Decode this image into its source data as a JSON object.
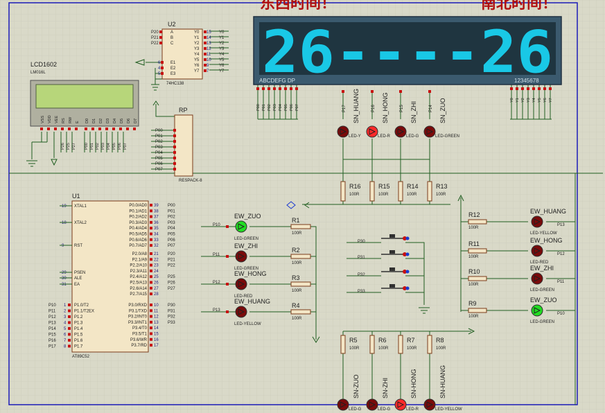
{
  "colors": {
    "background": "#d9d9c8",
    "grid": "#c8c8b6",
    "wire": "#1f5d1f",
    "border": "#1a1ab8",
    "title": "#b01010",
    "display_frame": "#3b5a6e",
    "display_bg": "#1f3540",
    "segment": "#19c8e6",
    "lcd_screen": "#b7d67a",
    "chip_fill": "#f3e6c6",
    "chip_border": "#7a3a1a",
    "pin_red": "#c81010",
    "pin_blue": "#1a3ad0",
    "led_red_on": "#ff2a2a",
    "led_red_off": "#7a0a0a",
    "led_green_on": "#22dd22",
    "text_dark": "#202020"
  },
  "titles": {
    "left": "东西时间！",
    "right": "南北时间！"
  },
  "display": {
    "text": "26----26",
    "segment_labels": "ABCDEFG DP",
    "digit_labels": "12345678",
    "segment_pins": [
      "P00",
      "P01",
      "P02",
      "P03",
      "P04",
      "P05",
      "P06",
      "P07"
    ],
    "digit_pins": [
      "Y0",
      "Y1",
      "Y2",
      "Y3",
      "Y4",
      "Y5",
      "Y6",
      "Y7"
    ]
  },
  "u2": {
    "name": "U2",
    "part": "74HC138",
    "inputs_left": [
      "P20",
      "P21",
      "P22"
    ],
    "input_pins": [
      "A",
      "B",
      "C"
    ],
    "enable_pins": [
      "E1",
      "E2",
      "E3"
    ],
    "enable_nums": [
      "6",
      "4",
      "5"
    ],
    "outputs": [
      "Y0",
      "Y1",
      "Y2",
      "Y3",
      "Y4",
      "Y5",
      "Y6",
      "Y7"
    ],
    "output_nums": [
      "15",
      "14",
      "13",
      "12",
      "11",
      "10",
      "9",
      "7"
    ],
    "output_nets": [
      "Y0",
      "Y1",
      "Y2",
      "Y3",
      "Y4",
      "Y5",
      "Y6",
      "Y7"
    ]
  },
  "lcd": {
    "name": "LCD1602",
    "part": "LM016L",
    "pin_names": [
      "VSS",
      "VDD",
      "VEE",
      "RS",
      "RW",
      "E",
      "D0",
      "D1",
      "D2",
      "D3",
      "D4",
      "D5",
      "D6",
      "D7"
    ],
    "nets": [
      "P26",
      "P25",
      "P27",
      "P00",
      "P01",
      "P02",
      "P03",
      "P04",
      "P05",
      "P06",
      "P07"
    ]
  },
  "rp": {
    "name": "RP",
    "part": "RESPACK-8",
    "nets": [
      "P00",
      "P01",
      "P02",
      "P03",
      "P04",
      "P05",
      "P06",
      "P07"
    ]
  },
  "u1": {
    "name": "U1",
    "part": "AT89C52",
    "left_pins": [
      {
        "num": "19",
        "name": "XTAL1"
      },
      {
        "num": "18",
        "name": "XTAL2"
      },
      {
        "num": "9",
        "name": "RST"
      },
      {
        "num": "29",
        "name": "PSEN"
      },
      {
        "num": "30",
        "name": "ALE"
      },
      {
        "num": "31",
        "name": "EA"
      }
    ],
    "p1_pins": [
      {
        "net": "P10",
        "num": "1",
        "name": "P1.0/T2"
      },
      {
        "net": "P11",
        "num": "2",
        "name": "P1.1/T2EX"
      },
      {
        "net": "P12",
        "num": "3",
        "name": "P1.2"
      },
      {
        "net": "P13",
        "num": "4",
        "name": "P1.3"
      },
      {
        "net": "P14",
        "num": "5",
        "name": "P1.4"
      },
      {
        "net": "P15",
        "num": "6",
        "name": "P1.5"
      },
      {
        "net": "P16",
        "num": "7",
        "name": "P1.6"
      },
      {
        "net": "P17",
        "num": "8",
        "name": "P1.7"
      }
    ],
    "p0_pins": [
      {
        "name": "P0.0/AD0",
        "num": "39",
        "net": "P00"
      },
      {
        "name": "P0.1/AD1",
        "num": "38",
        "net": "P01"
      },
      {
        "name": "P0.2/AD2",
        "num": "37",
        "net": "P02"
      },
      {
        "name": "P0.3/AD3",
        "num": "36",
        "net": "P03"
      },
      {
        "name": "P0.4/AD4",
        "num": "35",
        "net": "P04"
      },
      {
        "name": "P0.5/AD5",
        "num": "34",
        "net": "P05"
      },
      {
        "name": "P0.6/AD6",
        "num": "33",
        "net": "P06"
      },
      {
        "name": "P0.7/AD7",
        "num": "32",
        "net": "P07"
      }
    ],
    "p2_pins": [
      {
        "name": "P2.0/A8",
        "num": "21",
        "net": "P20"
      },
      {
        "name": "P2.1/A9",
        "num": "22",
        "net": "P21"
      },
      {
        "name": "P2.2/A10",
        "num": "23",
        "net": "P22"
      },
      {
        "name": "P2.3/A11",
        "num": "24",
        "net": ""
      },
      {
        "name": "P2.4/A12",
        "num": "25",
        "net": "P25"
      },
      {
        "name": "P2.5/A13",
        "num": "26",
        "net": "P26"
      },
      {
        "name": "P2.6/A14",
        "num": "27",
        "net": "P27"
      },
      {
        "name": "P2.7/A15",
        "num": "28",
        "net": ""
      }
    ],
    "p3_pins": [
      {
        "name": "P3.0/RXD",
        "num": "10",
        "net": "P30"
      },
      {
        "name": "P3.1/TXD",
        "num": "11",
        "net": "P31"
      },
      {
        "name": "P3.2/INT0",
        "num": "12",
        "net": "P32"
      },
      {
        "name": "P3.3/INT1",
        "num": "13",
        "net": "P33"
      },
      {
        "name": "P3.4/T0",
        "num": "14",
        "net": ""
      },
      {
        "name": "P3.5/T1",
        "num": "15",
        "net": ""
      },
      {
        "name": "P3.6/WR",
        "num": "16",
        "net": ""
      },
      {
        "name": "P3.7/RD",
        "num": "17",
        "net": ""
      }
    ]
  },
  "ew_leds_mid": [
    {
      "name": "EW_ZUO",
      "type": "LED-GREEN",
      "net": "P10",
      "resistor": "R1",
      "value": "100R",
      "state": "green"
    },
    {
      "name": "EW_ZHI",
      "type": "LED-GREEN",
      "net": "P11",
      "resistor": "R2",
      "value": "100R",
      "state": "off"
    },
    {
      "name": "EW_HONG",
      "type": "LED-RED",
      "net": "P12",
      "resistor": "R3",
      "value": "100R",
      "state": "off"
    },
    {
      "name": "EW_HUANG",
      "type": "LED-YELLOW",
      "net": "P13",
      "resistor": "R4",
      "value": "100R",
      "state": "off"
    }
  ],
  "switches": [
    "P30",
    "P31",
    "P32",
    "P33"
  ],
  "sn_top": [
    {
      "name": "SN_HUANG",
      "net": "P17",
      "resistor": "R16",
      "value": "100R",
      "type": "LED-YELLOW",
      "state": "off"
    },
    {
      "name": "SN_HONG",
      "net": "P16",
      "resistor": "R15",
      "value": "100R",
      "type": "LED-RED",
      "state": "red"
    },
    {
      "name": "SN_ZHI",
      "net": "P15",
      "resistor": "R14",
      "value": "100R",
      "type": "LED-GREEN",
      "state": "off"
    },
    {
      "name": "SN_ZUO",
      "net": "P14",
      "resistor": "R13",
      "value": "100R",
      "type": "LED-GREEN",
      "state": "off"
    }
  ],
  "sn_top_labels": [
    "LED-Y",
    "LED-R",
    "LED-G",
    "LED-GREEN"
  ],
  "ew_right": [
    {
      "name": "EW_HUANG",
      "net": "P13",
      "resistor": "R12",
      "value": "100R",
      "type": "LED-YELLOW",
      "state": "off"
    },
    {
      "name": "EW_HONG",
      "net": "P12",
      "resistor": "R11",
      "value": "100R",
      "type": "LED-RED",
      "state": "off"
    },
    {
      "name": "EW_ZHI",
      "net": "P11",
      "resistor": "R10",
      "value": "100R",
      "type": "LED-GREEN",
      "state": "off"
    },
    {
      "name": "EW_ZUO",
      "net": "P10",
      "resistor": "R9",
      "value": "100R",
      "type": "LED-GREEN",
      "state": "green"
    }
  ],
  "sn_bottom": [
    {
      "name": "SN-ZUO",
      "resistor": "R5",
      "value": "100R",
      "state": "off"
    },
    {
      "name": "SN-ZHI",
      "resistor": "R6",
      "value": "100R",
      "state": "off"
    },
    {
      "name": "SN-HONG",
      "resistor": "R7",
      "value": "100R",
      "state": "red"
    },
    {
      "name": "SN-HUANG",
      "resistor": "R8",
      "value": "100R",
      "state": "off"
    }
  ],
  "sn_bottom_labels": [
    "LED-G",
    "LED-G",
    "LED-R",
    "LED-YELLOW"
  ]
}
